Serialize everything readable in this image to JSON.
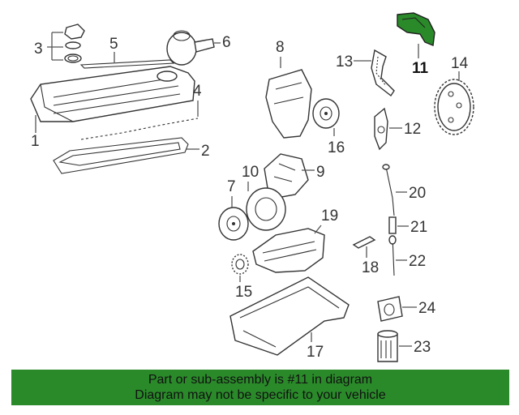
{
  "callouts": {
    "c1": "1",
    "c2": "2",
    "c3": "3",
    "c4": "4",
    "c5": "5",
    "c6": "6",
    "c7": "7",
    "c8": "8",
    "c9": "9",
    "c10": "10",
    "c11": "11",
    "c12": "12",
    "c13": "13",
    "c14": "14",
    "c15": "15",
    "c16": "16",
    "c17": "17",
    "c18": "18",
    "c19": "19",
    "c20": "20",
    "c21": "21",
    "c22": "22",
    "c23": "23",
    "c24": "24"
  },
  "highlighted_part": "11",
  "highlight_color": "#2a8a2a",
  "footer": {
    "line1": "Part or sub-assembly is #11 in diagram",
    "line2": "Diagram may not be specific to your vehicle"
  }
}
